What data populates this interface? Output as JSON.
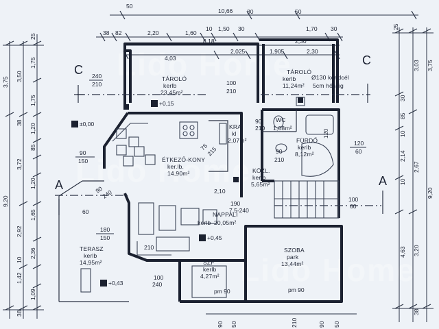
{
  "watermark": {
    "top": "Lido Home",
    "mid": "Lido Home",
    "bottom": "Lido Home"
  },
  "sections": {
    "c_left": "C",
    "c_right": "C",
    "a_left": "A",
    "a_right": "A"
  },
  "levels": {
    "zero": "±0,00",
    "kitchen": "+0,15",
    "living": "+0,45",
    "terrace": "+0,43"
  },
  "rooms": {
    "taroló_left": {
      "name": "TÁROLÓ",
      "floor": "kerlb",
      "area": "23,45m²"
    },
    "taroló_right": {
      "name": "TÁROLÓ",
      "floor": "kerlb",
      "area": "11,24m²",
      "note1": "Ø130 kondcél",
      "note2": "5cm hőszig"
    },
    "kra": {
      "name": "KRA",
      "floor": "kl",
      "area": "2,07m²"
    },
    "wc": {
      "name": "WC",
      "area": "1,08m²"
    },
    "furdo": {
      "name": "FÜRDŐ",
      "floor": "kerlb",
      "area": "8,12m²"
    },
    "etkezo": {
      "name": "ÉTKEZŐ-KONY",
      "floor": "ker.lb.",
      "area": "14,90m²"
    },
    "kozl": {
      "name": "KÖZL.",
      "floor": "kerlb",
      "area": "5,65m²"
    },
    "nappali": {
      "name": "NAPPALI",
      "floor": "kerlb",
      "area": "20,05m²"
    },
    "terasz": {
      "name": "TERASZ",
      "floor": "kerlb",
      "area": "14,95m²"
    },
    "szoba": {
      "name": "SZOBA",
      "floor": "park",
      "area": "13,44m²"
    },
    "szf": {
      "name": "SZF",
      "floor": "kerlb",
      "area": "4,27m²"
    }
  },
  "dims": {
    "top_total": "10,66",
    "top_50a": "50",
    "top_30": "30",
    "top_50b": "50",
    "row2": [
      "38",
      "82",
      "2,20",
      "1,60",
      "10",
      "1,50",
      "30",
      "1,70",
      "30"
    ],
    "row3": [
      "8,18",
      "2,30"
    ],
    "row4": [
      "4,03",
      "2,025",
      "1,905",
      "2,30"
    ],
    "left_outer": [
      "3,75",
      "9,20"
    ],
    "left_mid": [
      "3,50",
      "3,72",
      "2,92",
      "1,42"
    ],
    "left_inner": [
      "25",
      "1,75",
      "1,75",
      "38",
      "1,20",
      "85",
      "1,20",
      "1,65",
      "2,36",
      "10",
      "1,09",
      "38"
    ],
    "right_outer": [
      "3,75",
      "9,20"
    ],
    "right_mid": [
      "3,03",
      "2,67",
      "4,63"
    ],
    "right_inner": [
      "25",
      "30",
      "10",
      "2,14",
      "85",
      "10",
      "3,20",
      "38"
    ],
    "interior": {
      "d240a": "240",
      "d210a": "210",
      "d100": "100",
      "d210b": "210",
      "d90a": "90",
      "d150a": "150",
      "d90b": "90",
      "d240b": "240",
      "d180": "180",
      "d150b": "150",
      "d120": "120",
      "d60a": "60",
      "d100b": "100",
      "d60b": "60",
      "d90c": "90",
      "d210c": "210",
      "d90d": "90",
      "d210d": "210",
      "d190": "190",
      "d240c": "7,5-240",
      "d210e": "2,10",
      "d210f": "210",
      "d100c": "100",
      "d240d": "240",
      "pm90a": "pm 90",
      "pm90b": "pm 90",
      "b90": "90",
      "b50a": "50",
      "b210": "210",
      "b90b": "90",
      "b50b": "50",
      "d75": "75",
      "d215": "215",
      "d60c": "60",
      "d120b": "120"
    }
  }
}
